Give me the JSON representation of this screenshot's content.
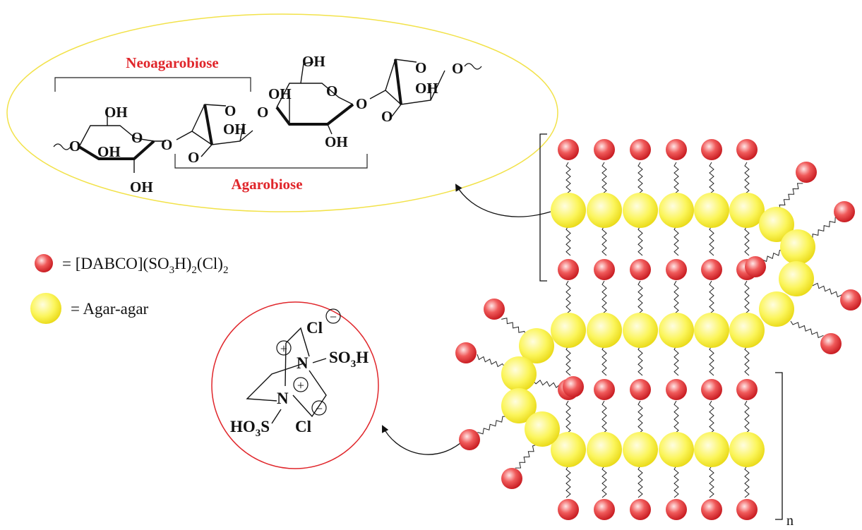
{
  "agar_structure": {
    "neoagarobiose_label": "Neoagarobiose",
    "agarobiose_label": "Agarobiose",
    "atoms": {
      "oh": "OH",
      "o": "O"
    }
  },
  "legend": {
    "red_label": "= [DABCO](SO",
    "red_sub1": "3",
    "red_mid": "H)",
    "red_sub2": "2",
    "red_mid2": "(Cl)",
    "red_sub3": "2",
    "yellow_label": "= Agar-agar"
  },
  "dabco": {
    "cl_top": "Cl",
    "cl_bottom": "Cl",
    "so3h": "SO",
    "so3h_sub": "3",
    "so3h_h": "H",
    "ho3s": "HO",
    "ho3s_sub": "3",
    "ho3s_s": "S",
    "n": "N",
    "plus": "+",
    "minus": "−"
  },
  "polymer": {
    "repeat_label": "n"
  },
  "colors": {
    "ellipse_border": "#f2e24a",
    "circle_border": "#e0262b",
    "label_red": "#e0262b",
    "red_sphere": "#e8393a",
    "yellow_sphere": "#f5f02a"
  }
}
